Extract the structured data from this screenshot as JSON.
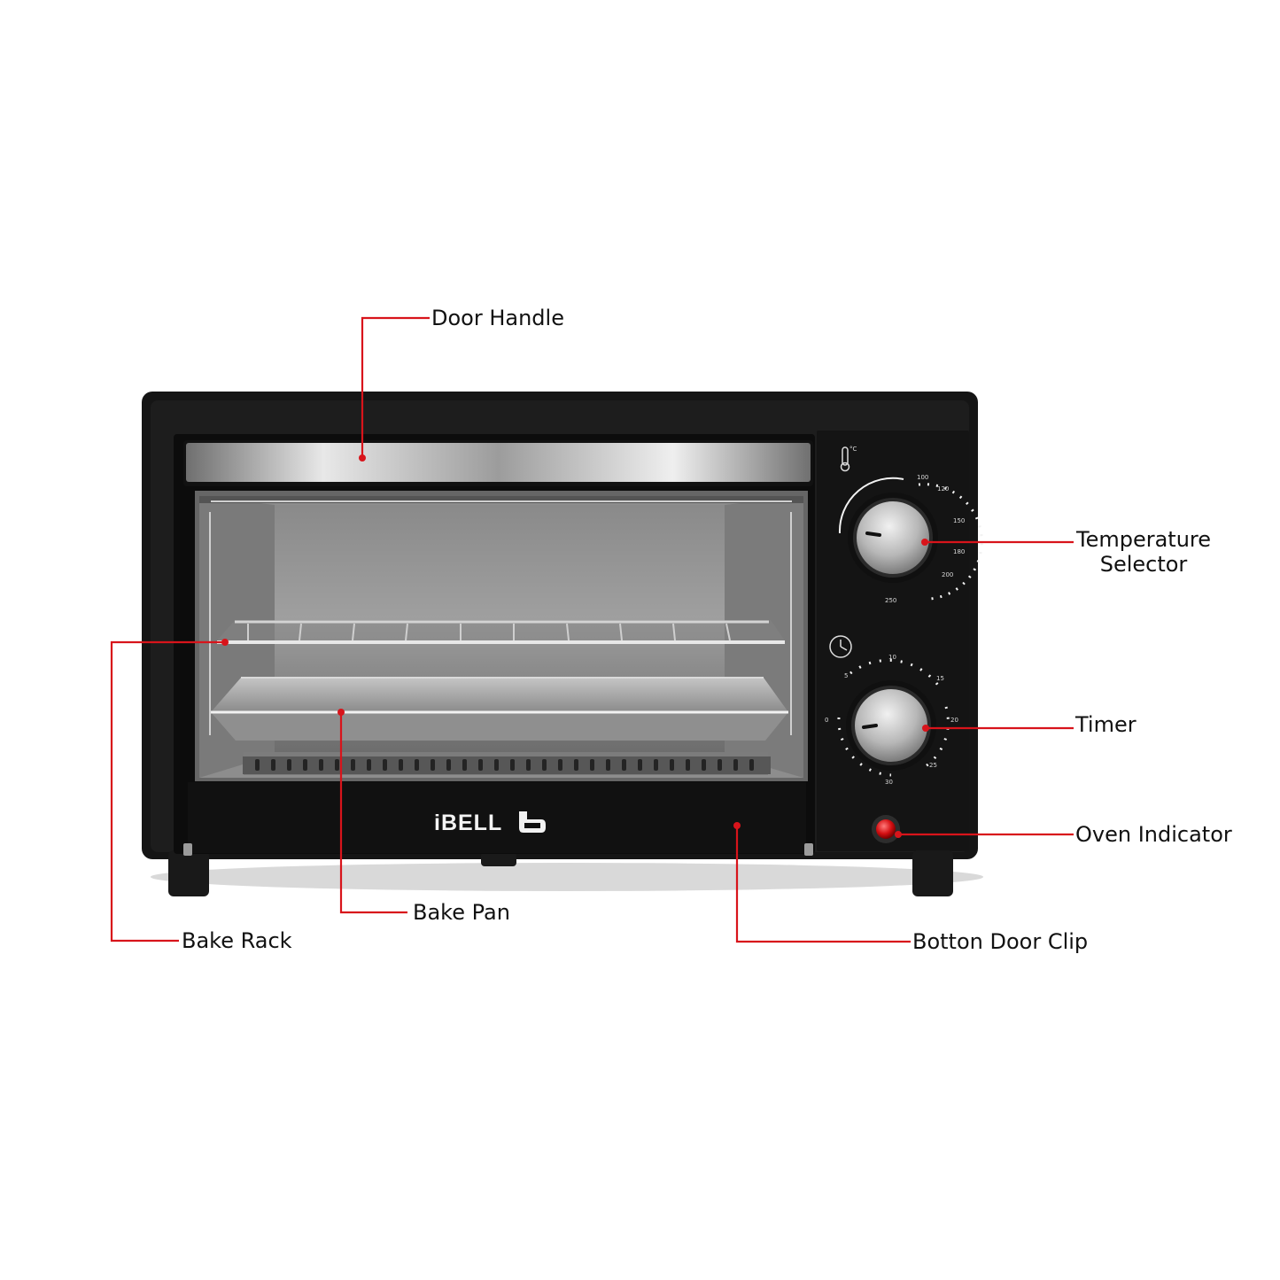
{
  "labels": {
    "door_handle": "Door Handle",
    "temperature_selector_line1": "Temperature",
    "temperature_selector_line2": "Selector",
    "bake_rack": "Bake Rack",
    "timer": "Timer",
    "bake_pan": "Bake Pan",
    "oven_indicator": "Oven Indicator",
    "botton_door_clip": "Botton Door Clip"
  },
  "oven": {
    "brand": "iBELL",
    "temperature_scale": [
      "100",
      "120",
      "150",
      "180",
      "200",
      "250"
    ],
    "timer_scale": [
      "0",
      "5",
      "10",
      "15",
      "20",
      "25",
      "30"
    ]
  },
  "colors": {
    "leader": "#d8141b",
    "body": "#111111",
    "steel": "#b8b8b8"
  }
}
